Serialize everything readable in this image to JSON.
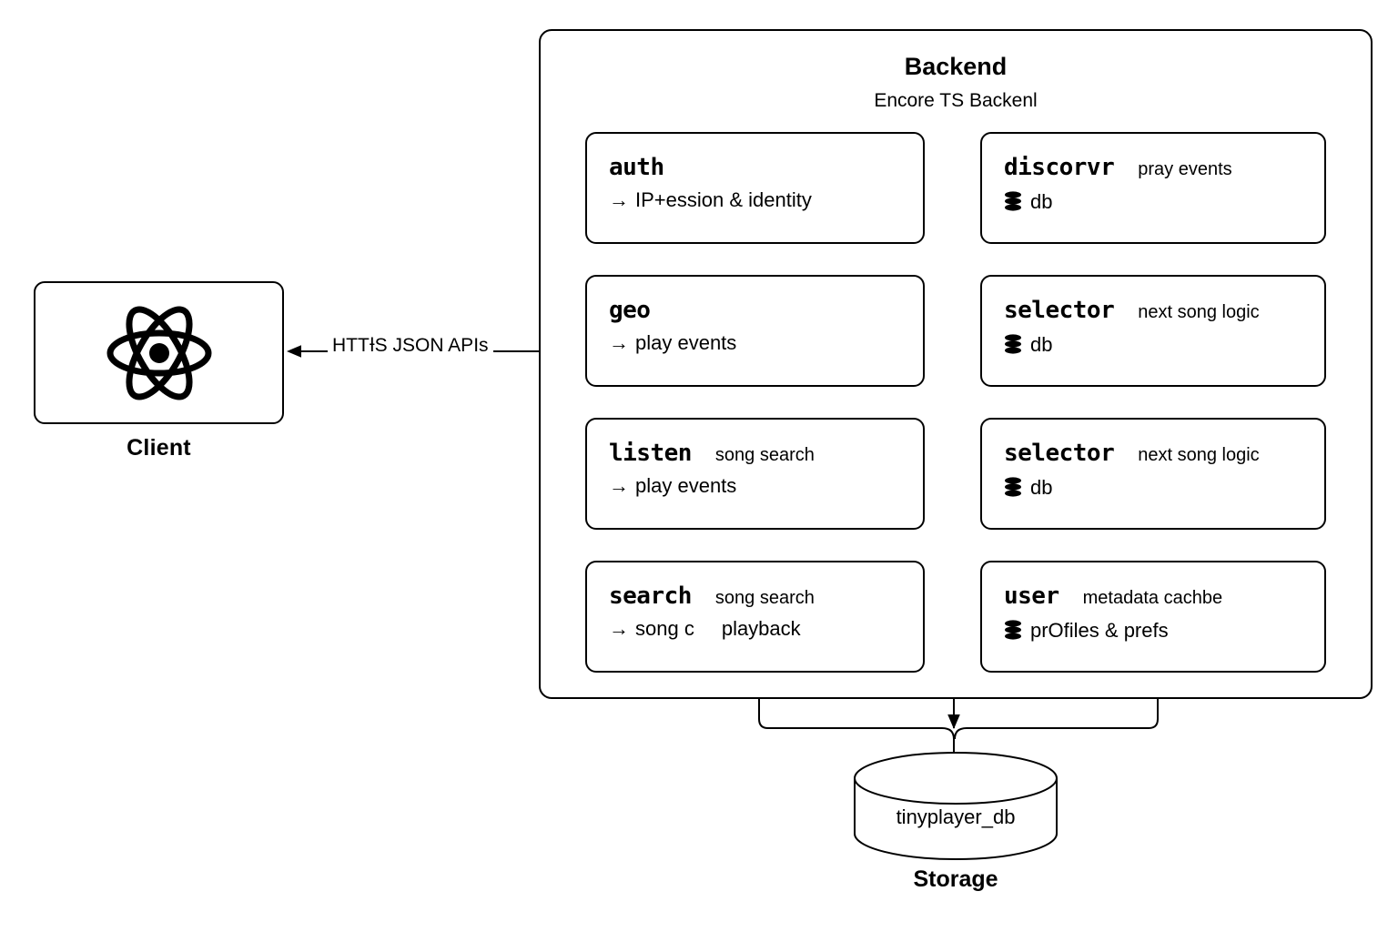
{
  "client": {
    "caption": "Client",
    "icon": "react-atom-icon"
  },
  "connection": {
    "label": "HTTƗS JSON APIs",
    "direction": "bidirectional"
  },
  "backend": {
    "title": "Backend",
    "subtitle": "Encore TS Backenl",
    "services": [
      {
        "name": "auth",
        "tag": "",
        "detail_icon": "arrow-right-icon",
        "detail": "IP+ession & identity",
        "detail2": ""
      },
      {
        "name": "geo",
        "tag": "",
        "detail_icon": "arrow-right-icon",
        "detail": "play events",
        "detail2": ""
      },
      {
        "name": "listen",
        "tag": "song search",
        "detail_icon": "arrow-right-icon",
        "detail": "play events",
        "detail2": ""
      },
      {
        "name": "search",
        "tag": "song search",
        "detail_icon": "arrow-right-icon",
        "detail": "song c",
        "detail2": "playback"
      },
      {
        "name": "discorvr",
        "tag": "pray events",
        "detail_icon": "database-icon",
        "detail": "db",
        "detail2": ""
      },
      {
        "name": "selector",
        "tag": "next song logic",
        "detail_icon": "database-icon",
        "detail": "db",
        "detail2": ""
      },
      {
        "name": "selector",
        "tag": "next song logic",
        "detail_icon": "database-icon",
        "detail": "db",
        "detail2": ""
      },
      {
        "name": "user",
        "tag": "metadata cachbe",
        "detail_icon": "database-icon",
        "detail": "prOfiles & prefs",
        "detail2": ""
      }
    ]
  },
  "storage": {
    "db_label": "tinyplayer_db",
    "caption": "Storage"
  },
  "colors": {
    "stroke": "#000000",
    "background": "#ffffff"
  }
}
